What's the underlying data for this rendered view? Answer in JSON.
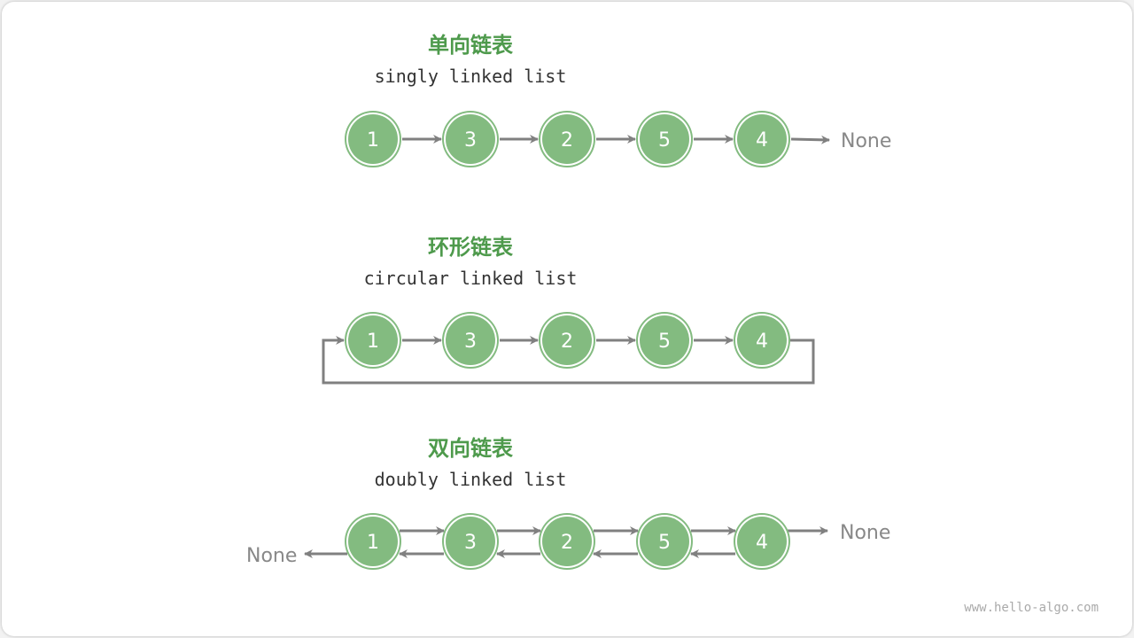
{
  "colors": {
    "node_fill": "#83bb80",
    "node_ring": "#83bb80",
    "arrow": "#808080",
    "title": "#4e9a4c"
  },
  "singly": {
    "title_zh": "单向链表",
    "title_en": "singly linked list",
    "values": [
      "1",
      "3",
      "2",
      "5",
      "4"
    ],
    "tail": "None"
  },
  "circular": {
    "title_zh": "环形链表",
    "title_en": "circular linked list",
    "values": [
      "1",
      "3",
      "2",
      "5",
      "4"
    ]
  },
  "doubly": {
    "title_zh": "双向链表",
    "title_en": "doubly linked list",
    "values": [
      "1",
      "3",
      "2",
      "5",
      "4"
    ],
    "head": "None",
    "tail": "None"
  },
  "watermark": "www.hello-algo.com"
}
